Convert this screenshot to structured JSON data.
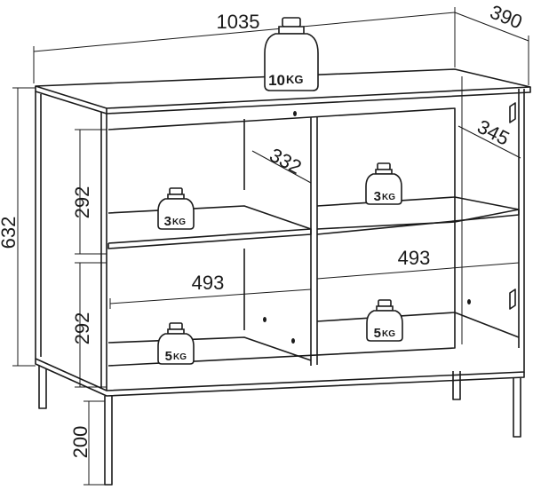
{
  "dimensions": {
    "total_width": "1035",
    "depth": "390",
    "total_height": "632",
    "upper_shelf_height": "292",
    "lower_shelf_height": "292",
    "leg_height": "200",
    "compartment_width_left": "493",
    "compartment_width_right": "493",
    "inner_depth_left": "332",
    "inner_depth_right": "345"
  },
  "weights": {
    "top": {
      "number": "10",
      "unit": "KG"
    },
    "upper_left": {
      "number": "3",
      "unit": "KG"
    },
    "upper_right": {
      "number": "3",
      "unit": "KG"
    },
    "lower_left": {
      "number": "5",
      "unit": "KG"
    },
    "lower_right": {
      "number": "5",
      "unit": "KG"
    }
  }
}
